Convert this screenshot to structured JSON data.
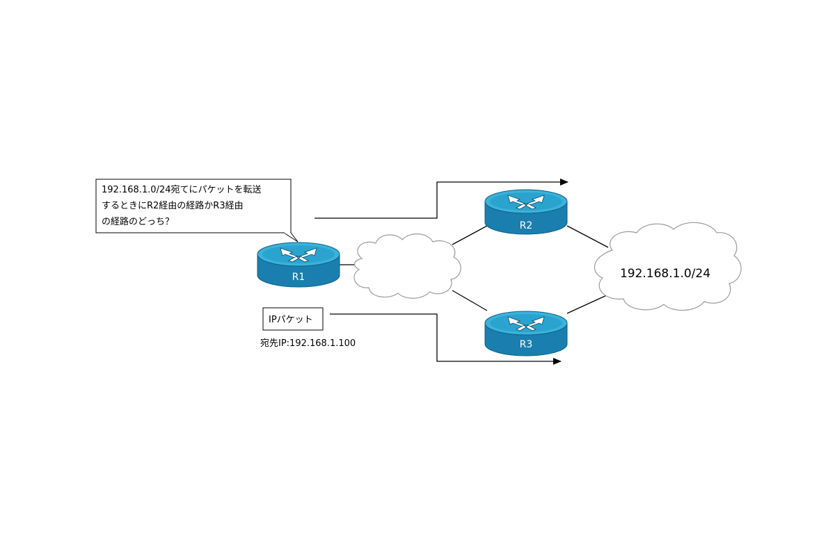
{
  "callout": {
    "lines": [
      "192.168.1.0/24宛てにパケットを転送",
      "するときにR2経由の経路かR3経由",
      "の経路のどっち？"
    ]
  },
  "routers": {
    "r1": "R1",
    "r2": "R2",
    "r3": "R3"
  },
  "destination_network": "192.168.1.0/24",
  "packet": {
    "box_label": "IPパケット",
    "dest_label": "宛先IP:192.168.1.100"
  },
  "colors": {
    "router_top": "#2aa4cf",
    "router_side": "#1a7fae",
    "router_rim": "#0d5f86",
    "cloud_stroke": "#9a9a9a",
    "line": "#000000"
  }
}
